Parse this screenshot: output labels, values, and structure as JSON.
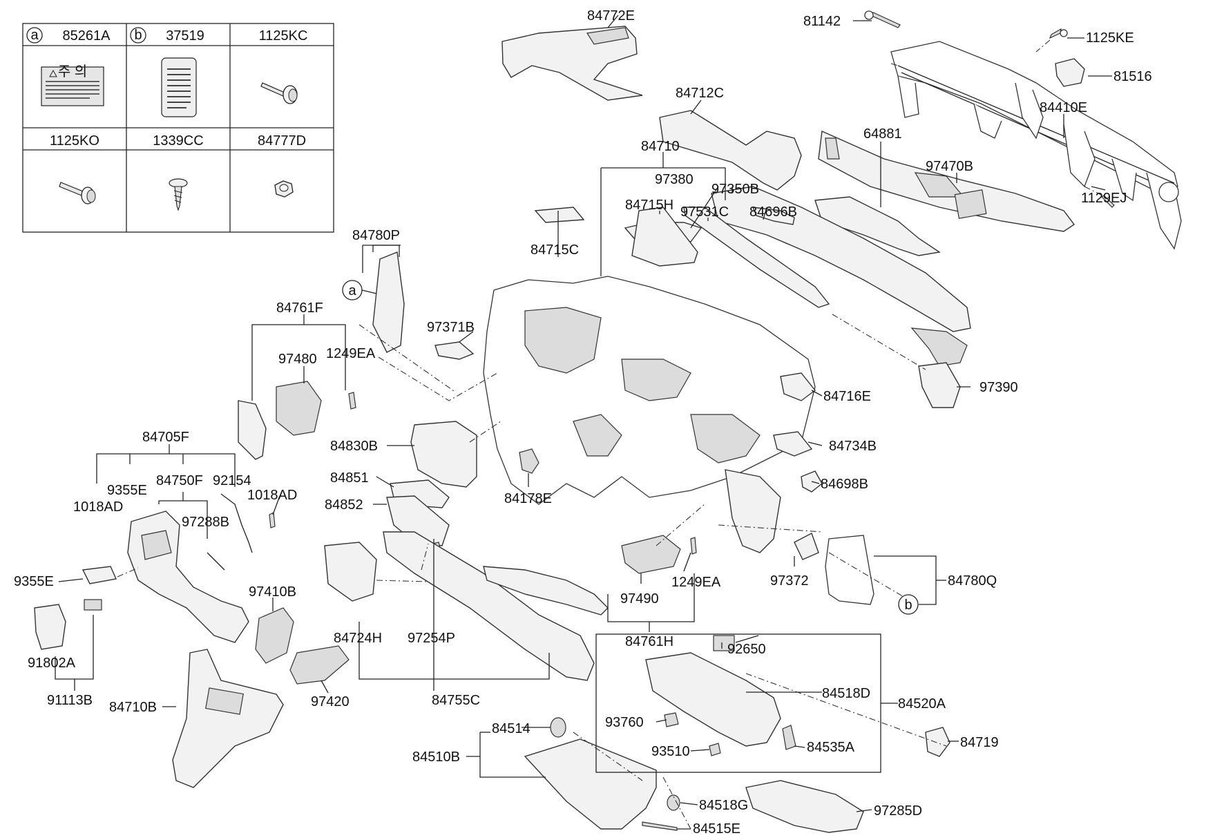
{
  "legend": {
    "headers": [
      {
        "mark": "a",
        "code": "85261A"
      },
      {
        "mark": "b",
        "code": "37519"
      },
      {
        "mark": "",
        "code": "1125KC"
      },
      {
        "mark": "",
        "code": "1125KO"
      },
      {
        "mark": "",
        "code": "1339CC"
      },
      {
        "mark": "",
        "code": "84777D"
      }
    ]
  },
  "callouts": {
    "c84772E": "84772E",
    "c81142": "81142",
    "c1125KE": "1125KE",
    "c81516": "81516",
    "c84410E": "84410E",
    "c84712C": "84712C",
    "c64881": "64881",
    "c97470B": "97470B",
    "c84710": "84710",
    "c97380": "97380",
    "c97350B": "97350B",
    "c1129EJ": "1129EJ",
    "c84780P": "84780P",
    "c84715C": "84715C",
    "c84715H": "84715H",
    "c97531C": "97531C",
    "c84696B": "84696B",
    "c84761F": "84761F",
    "c97371B": "97371B",
    "c97480": "97480",
    "c1249EA_a": "1249EA",
    "c97390": "97390",
    "c84716E": "84716E",
    "c84705F": "84705F",
    "c84830B": "84830B",
    "c84734B": "84734B",
    "c9355E_a": "9355E",
    "c84750F": "84750F",
    "c92154": "92154",
    "c84851": "84851",
    "c84178E": "84178E",
    "c84698B": "84698B",
    "c1018AD_a": "1018AD",
    "c1018AD_b": "1018AD",
    "c97288B": "97288B",
    "c84852": "84852",
    "c9355E_b": "9355E",
    "c97410B": "97410B",
    "c1249EA_b": "1249EA",
    "c97490": "97490",
    "c97372": "97372",
    "c84780Q": "84780Q",
    "c84724H": "84724H",
    "c97254P": "97254P",
    "c84761H": "84761H",
    "c91802A": "91802A",
    "c92650": "92650",
    "c91113B": "91113B",
    "c84710B": "84710B",
    "c97420": "97420",
    "c84755C": "84755C",
    "c84518D": "84518D",
    "c84520A": "84520A",
    "c93760": "93760",
    "c84514": "84514",
    "c84719": "84719",
    "c84510B": "84510B",
    "c93510": "93510",
    "c84535A": "84535A",
    "c84518G": "84518G",
    "c97285D": "97285D",
    "c84515E": "84515E"
  },
  "markers": {
    "a": "a",
    "b": "b"
  },
  "label_warning": "주  의"
}
